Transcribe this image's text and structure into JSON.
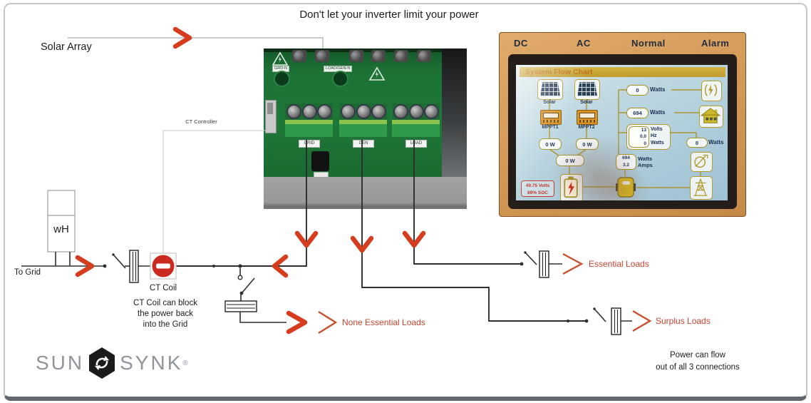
{
  "title": "Don't let your inverter limit your power",
  "labels": {
    "solar_array": "Solar Array",
    "ct_controller": "CT Controller",
    "to_grid": "To Grid",
    "meter": "wH",
    "ct_coil_title": "CT Coil",
    "ct_coil_note1": "CT Coil can block",
    "ct_coil_note2": "the power back",
    "ct_coil_note3": "into the Grid",
    "essential": "Essential Loads",
    "none_essential": "None Essential Loads",
    "surplus": "Surplus Loads",
    "footer1": "Power can flow",
    "footer2": "out of all 3 connections"
  },
  "pcb": {
    "grd_n": "GRD-N",
    "load_gen_n": "LOAD/GEN-N",
    "terminal1": "GRID",
    "terminal2": "GEN",
    "terminal3": "LOAD"
  },
  "lcd": {
    "dc": "DC",
    "ac": "AC",
    "normal": "Normal",
    "alarm": "Alarm",
    "screen_title": "System Flow Chart",
    "solar1": "Solar",
    "solar2": "Solar",
    "mppt1": "MPPT1",
    "mppt2": "MPPT2",
    "mppt1_w": "0 W",
    "mppt2_w": "0 W",
    "pv_w": "0 W",
    "gen_value": "0",
    "gen_unit": "Watts",
    "load_value": "694",
    "load_unit": "Watts",
    "grid_v": "13",
    "grid_v_unit": "Volts",
    "grid_hz": "0.0",
    "grid_hz_unit": "Hz",
    "grid_w": "0",
    "grid_w_unit": "Watts",
    "ct_value": "0",
    "ct_unit": "Watts",
    "inv_w": "694",
    "inv_w_unit": "Watts",
    "inv_a": "3.2",
    "inv_a_unit": "Amps",
    "batt_volts": "49.75 Volts",
    "batt_soc": "89% SOC"
  },
  "logo": {
    "sun": "SUN",
    "synk": "SYNK",
    "reg": "®"
  },
  "colors": {
    "arrow_red": "#d63c1e",
    "load_label_red": "#c7432e",
    "pcb_green": "#1d7236",
    "lcd_bezel_tan": "#d49a58",
    "lcd_screen_blue": "#bdd7e1"
  }
}
